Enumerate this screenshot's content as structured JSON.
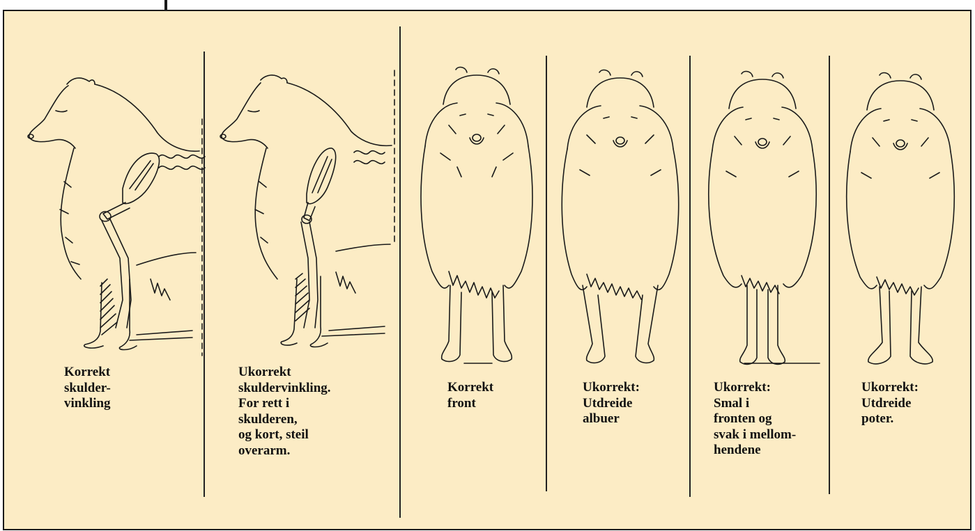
{
  "captions": {
    "c1": "Korrekt\nskulder-\nvinkling",
    "c2": "Ukorrekt\nskuldervinkling.\nFor rett i\nskulderen,\nog kort, steil\noverarm.",
    "c3": "Korrekt\nfront",
    "c4": "Ukorrekt:\nUtdreide\nalbuer",
    "c5": "Ukorrekt:\nSmal i\nfronten og\nsvak i mellom-\nhendene",
    "c6": "Ukorrekt:\nUtdreide\npoter."
  },
  "colors": {
    "background": "#fcecc5",
    "ink": "#1a1a1a"
  }
}
